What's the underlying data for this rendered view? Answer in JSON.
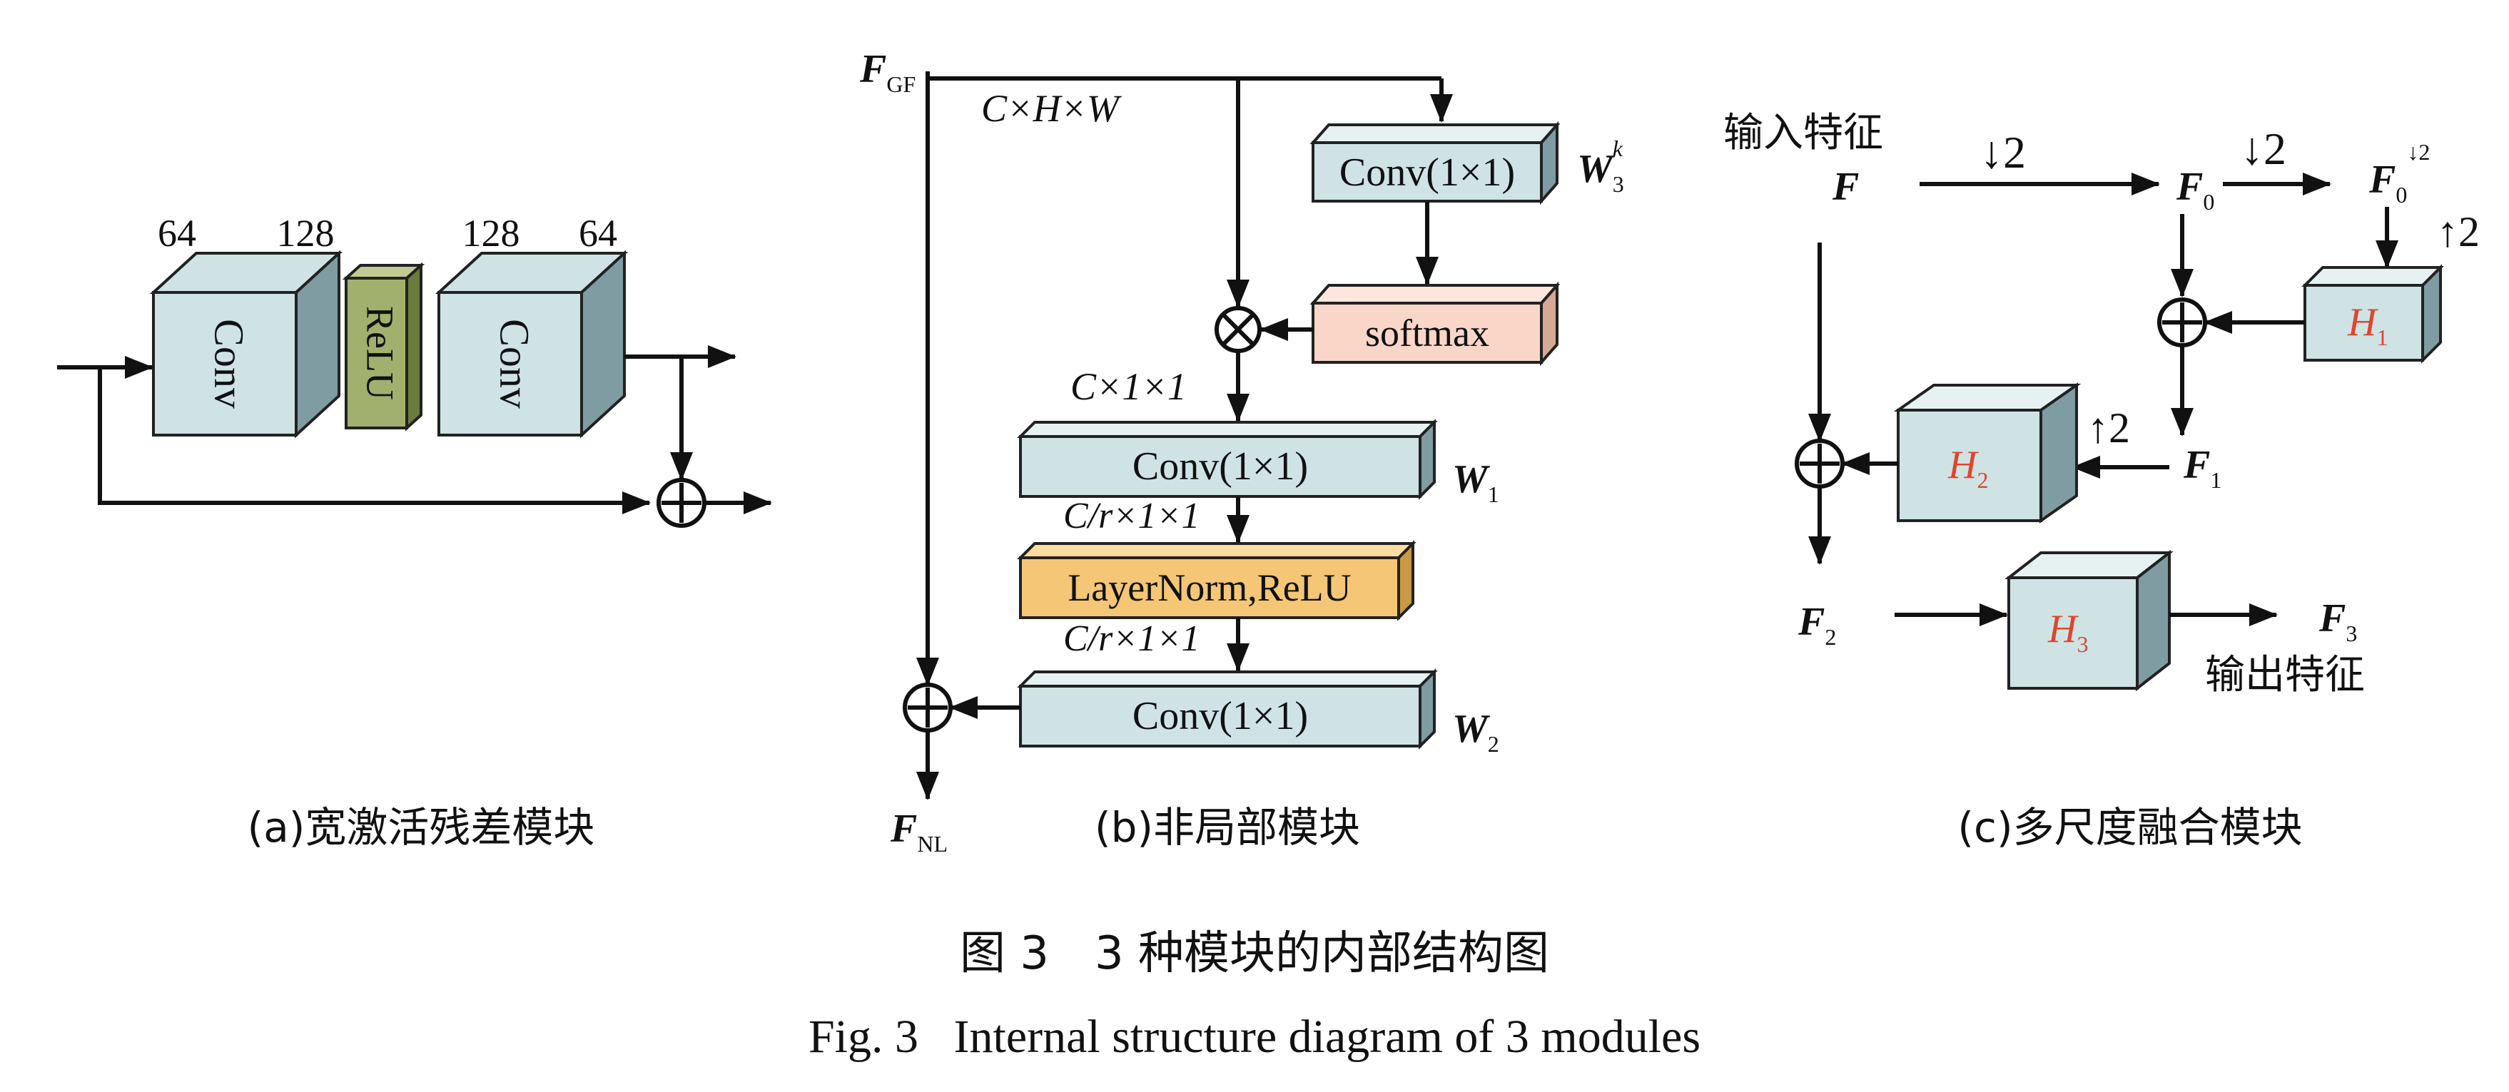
{
  "colors": {
    "conv_box": "#cfe3e5",
    "conv_box_side": "#7f9ca2",
    "relu_box": "#a2b06e",
    "softmax_box": "#f9d6c8",
    "layernorm_box": "#f4c675",
    "h_label": "#e0452a",
    "line": "#111111"
  },
  "panel_a": {
    "ch_in": "64",
    "ch_mid1": "128",
    "ch_mid2": "128",
    "ch_out": "64",
    "conv1": "Conv",
    "relu": "ReLU",
    "conv2": "Conv",
    "caption": "(a)宽激活残差模块"
  },
  "panel_b": {
    "input_main": "F",
    "input_sub": "GF",
    "dims": "C×H×W",
    "conv_k": "Conv(1×1)",
    "w3_main": "W",
    "w3_sub": "3",
    "w3_sup": "k",
    "softmax": "softmax",
    "dim_after_mult": "C×1×1",
    "conv_w1": "Conv(1×1)",
    "w1_main": "W",
    "w1_sub": "1",
    "dim_reduced_1": "C/r×1×1",
    "layernorm": "LayerNorm,ReLU",
    "dim_reduced_2": "C/r×1×1",
    "conv_w2": "Conv(1×1)",
    "w2_main": "W",
    "w2_sub": "2",
    "output_main": "F",
    "output_sub": "NL",
    "caption": "(b)非局部模块"
  },
  "panel_c": {
    "input_label": "输入特征",
    "input_var": "F",
    "down1": "↓2",
    "f0_main": "F",
    "f0_sub": "0",
    "down2": "↓2",
    "f0d_main": "F",
    "f0d_sub": "0",
    "f0d_sup": "↓2",
    "up_h1": "↑2",
    "h1_main": "H",
    "h1_sub": "1",
    "up_h2": "↑2",
    "h2_main": "H",
    "h2_sub": "2",
    "f1_main": "F",
    "f1_sub": "1",
    "f2_main": "F",
    "f2_sub": "2",
    "h3_main": "H",
    "h3_sub": "3",
    "f3_main": "F",
    "f3_sub": "3",
    "output_label": "输出特征",
    "caption": "(c)多尺度融合模块"
  },
  "figure": {
    "caption_cn": "图 3　3 种模块的内部结构图",
    "caption_en": "Fig. 3   Internal structure diagram of 3 modules"
  }
}
